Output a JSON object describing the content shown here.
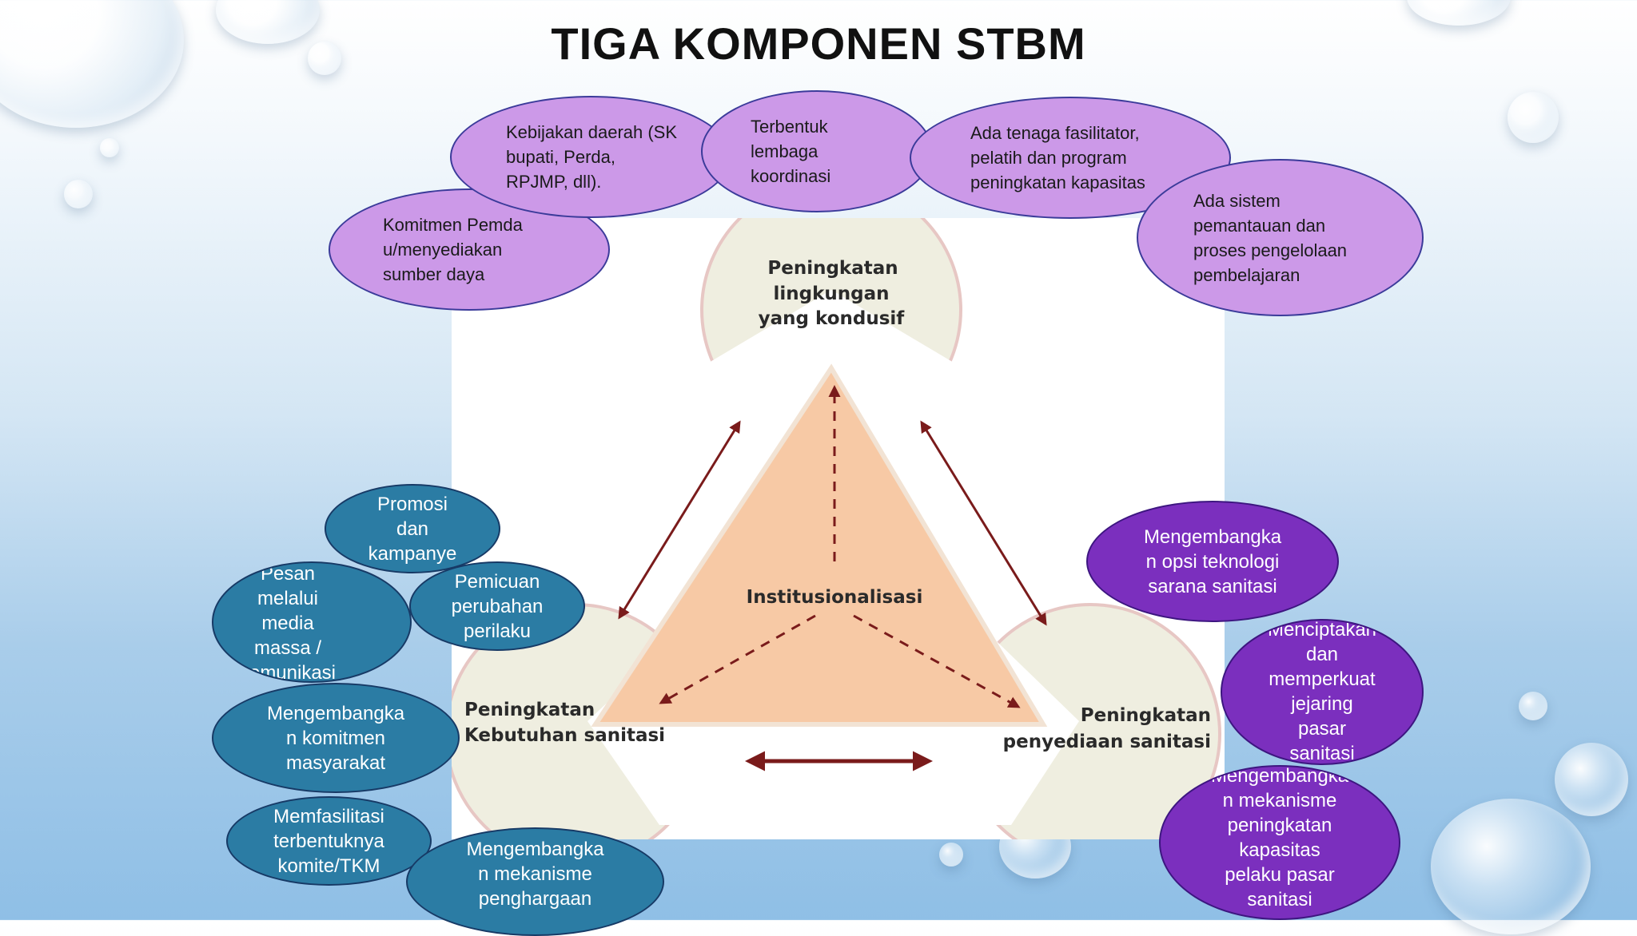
{
  "title": "TIGA KOMPONEN STBM",
  "diagram": {
    "top_component": [
      "Peningkatan",
      "lingkungan",
      "yang kondusif"
    ],
    "left_component": [
      "Peningkatan",
      "Kebutuhan sanitasi"
    ],
    "right_component": [
      "Peningkatan",
      "penyediaan sanitasi"
    ],
    "center": "Institusionalisasi"
  },
  "top_bubbles": [
    "Komitmen Pemda\nu/menyediakan\nsumber daya",
    "Kebijakan daerah (SK\nbupati, Perda,\nRPJMP, dll).",
    "Terbentuk\nlembaga\nkoordinasi",
    "Ada tenaga fasilitator,\npelatih dan program\npeningkatan  kapasitas",
    "Ada sistem\npemantauan  dan\nproses pengelolaan\npembelajaran"
  ],
  "left_bubbles": [
    "Promosi\ndan\nkampanye",
    "Pesan\nmelalui\nmedia\nmassa /\nkomunikasi\nlain",
    "Pemicuan\nperubahan\nperilaku",
    "Mengembangka\nn komitmen\nmasyarakat",
    "Memfasilitasi\nterbentuknya\nkomite/TKM",
    "Mengembangka\nn mekanisme\npenghargaan"
  ],
  "right_bubbles": [
    "Mengembangka\nn opsi teknologi\nsarana sanitasi",
    "Menciptakan\ndan\nmemperkuat\njejaring\npasar\nsanitasi",
    "Mengembangka\nn mekanisme\npeningkatan\nkapasitas\npelaku pasar\nsanitasi"
  ],
  "colors": {
    "purple_light": "#cc99e8",
    "teal": "#2b7ca4",
    "violet": "#7b2fbe",
    "triangle_fill": "#f7c9a5",
    "circle_fill": "#efeee0",
    "arrow": "#7a1b1b"
  }
}
